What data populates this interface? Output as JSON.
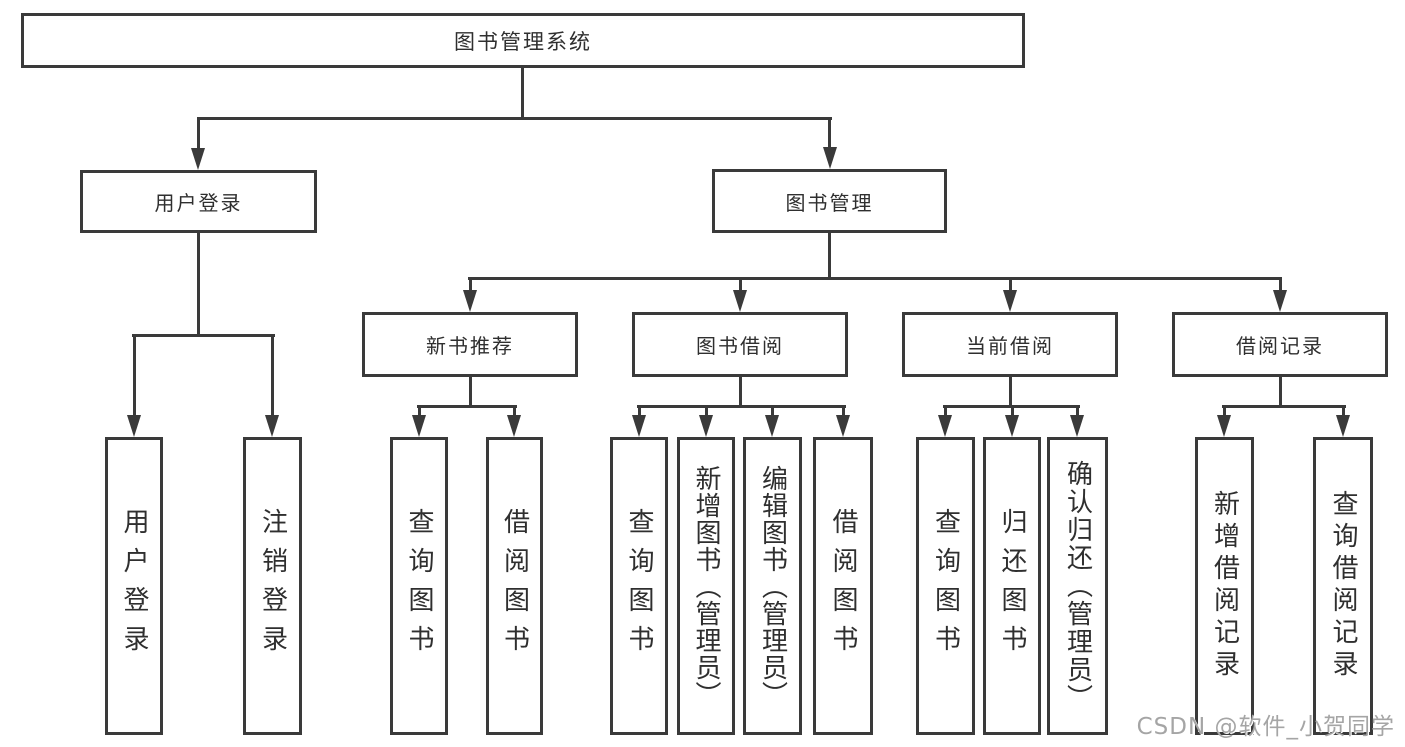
{
  "nodes": {
    "root": "图书管理系统",
    "user_login": "用户登录",
    "book_mgmt": "图书管理",
    "new_books": "新书推荐",
    "book_borrow": "图书借阅",
    "current_borrow": "当前借阅",
    "borrow_records": "借阅记录",
    "leaf_user_login": "用户登录",
    "leaf_logout": "注销登录",
    "leaf_nb_query": "查询图书",
    "leaf_nb_borrow": "借阅图书",
    "leaf_bb_query": "查询图书",
    "leaf_bb_add": "新增图书（管理员）",
    "leaf_bb_edit": "编辑图书（管理员）",
    "leaf_bb_borrow": "借阅图书",
    "leaf_cb_query": "查询图书",
    "leaf_cb_return": "归还图书",
    "leaf_cb_confirm": "确认归还（管理员）",
    "leaf_br_add": "新增借阅记录",
    "leaf_br_query": "查询借阅记录"
  },
  "watermark": "CSDN @软件_小贺同学",
  "colors": {
    "line": "#3a3a3a",
    "text": "#2f2f2f",
    "watermark": "#a5a5a5",
    "background": "#ffffff"
  }
}
